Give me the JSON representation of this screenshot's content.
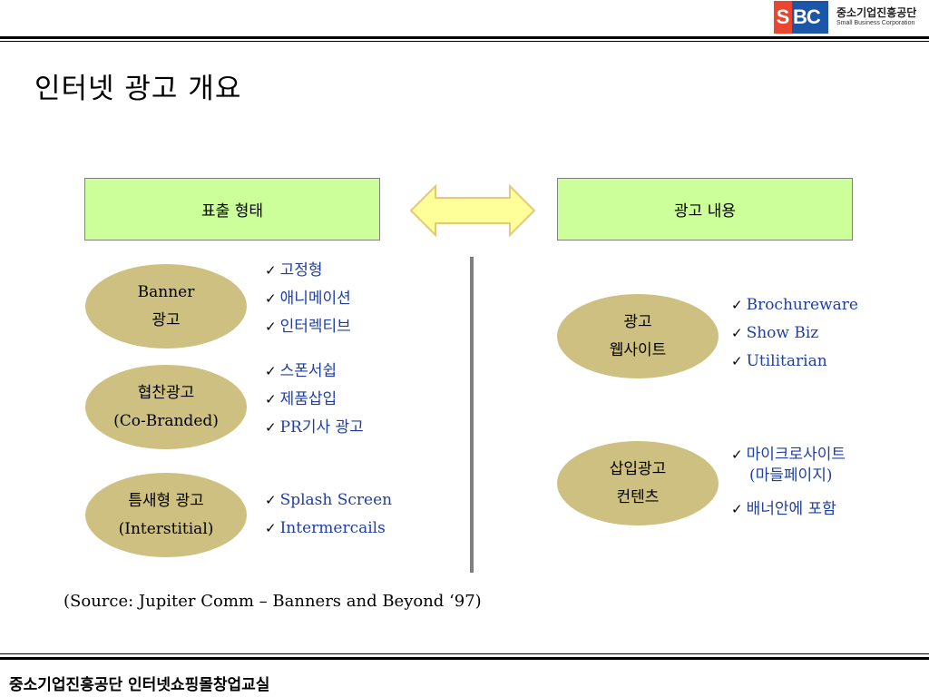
{
  "header": {
    "logo_s": "S",
    "logo_bc": "BC",
    "org_name": "중소기업진흥공단",
    "org_sub": "Small Business Corporation"
  },
  "title": "인터넷 광고 개요",
  "left_header": "표출 형태",
  "right_header": "광고 내용",
  "left_groups": [
    {
      "line1": "Banner",
      "line2": "광고",
      "items": [
        "고정형",
        "애니메이션",
        "인터렉티브"
      ]
    },
    {
      "line1": "협찬광고",
      "line2": "(Co-Branded)",
      "items": [
        "스폰서쉽",
        "제품삽입",
        "PR기사 광고"
      ]
    },
    {
      "line1": "틈새형 광고",
      "line2": "(Interstitial)",
      "items": [
        "Splash Screen",
        "Intermercails"
      ]
    }
  ],
  "right_groups": [
    {
      "line1": "광고",
      "line2": "웹사이트",
      "items": [
        "Brochureware",
        "Show Biz",
        "Utilitarian"
      ]
    },
    {
      "line1": "삽입광고",
      "line2": "컨텐츠",
      "items": [
        "마이크로사이트",
        "(마들페이지)",
        "배너안에 포함"
      ]
    }
  ],
  "check_glyph": "✓",
  "source": "(Source: Jupiter Comm – Banners and Beyond ‘97)",
  "footer": "중소기업진흥공단 인터넷쇼핑몰창업교실",
  "colors": {
    "box_fill": "#ccff99",
    "ellipse_fill": "#cdc081",
    "arrow_fill": "#ffff99",
    "arrow_stroke": "#e6c879",
    "list_text": "#1f3fa6"
  }
}
